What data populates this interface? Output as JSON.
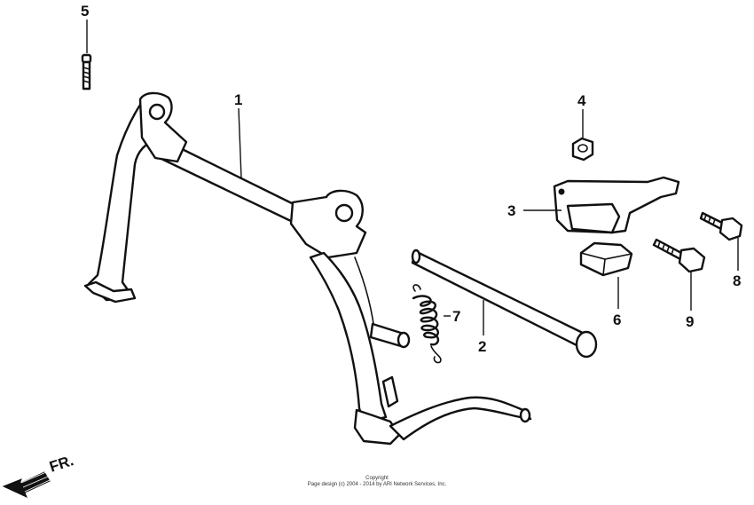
{
  "diagram": {
    "callouts": [
      {
        "id": "1",
        "label": "1"
      },
      {
        "id": "2",
        "label": "2"
      },
      {
        "id": "3",
        "label": "3"
      },
      {
        "id": "4",
        "label": "4"
      },
      {
        "id": "5",
        "label": "5"
      },
      {
        "id": "6",
        "label": "6"
      },
      {
        "id": "7",
        "label": "7"
      },
      {
        "id": "8",
        "label": "8"
      },
      {
        "id": "9",
        "label": "9"
      }
    ],
    "direction_label": "FR.",
    "copyright": {
      "line1": "Copyright",
      "line2": "Page design (c) 2004 - 2014 by ARI Network Services, Inc."
    }
  }
}
